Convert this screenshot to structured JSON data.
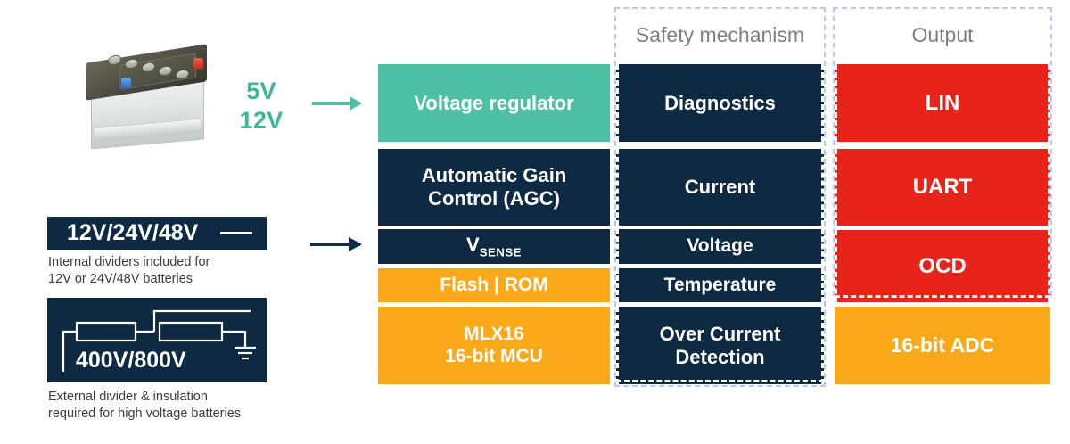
{
  "diagram": {
    "title_bar_colors": {
      "teal": "#4dc0a4",
      "navy": "#0d2a42",
      "orange": "#fba919",
      "red": "#e8231a",
      "dashed_border": "#b7cbe6",
      "header_text": "#807e7e"
    }
  },
  "left": {
    "battery_image_alt": "car-battery",
    "supply_voltages": [
      "5V",
      "12V"
    ],
    "arrow_in_teal": "arrow-right",
    "arrow_in_navy": "arrow-right",
    "panels": [
      {
        "label": "12V/24V/48V",
        "caption": "Internal dividers included for 12V or 24V/48V batteries",
        "caption_line1": "Internal dividers included for",
        "caption_line2": "12V or 24V/48V batteries"
      },
      {
        "label": "400V/800V",
        "caption": "External divider & insulation required for high voltage batteries",
        "caption_line1": "External divider & insulation",
        "caption_line2": "required for high voltage batteries"
      }
    ]
  },
  "columns": [
    {
      "id": "function",
      "header": "",
      "cells": [
        {
          "label": "Voltage regulator",
          "color": "teal",
          "font_size": 22
        },
        {
          "label": "Automatic Gain Control (AGC)",
          "line1": "Automatic Gain",
          "line2": "Control (AGC)",
          "color": "navy",
          "font_size": 22
        },
        {
          "label": "VSENSE",
          "base": "V",
          "sub": "SENSE",
          "color": "navy",
          "font_size": 22
        },
        {
          "label": "Flash | ROM",
          "color": "orange",
          "font_size": 21
        },
        {
          "label": "MLX16 16-bit MCU",
          "line1": "MLX16",
          "line2": "16-bit MCU",
          "color": "orange",
          "font_size": 21
        }
      ]
    },
    {
      "id": "safety",
      "header": "Safety mechanism",
      "cells": [
        {
          "label": "Diagnostics",
          "color": "navy",
          "font_size": 22
        },
        {
          "label": "Current",
          "color": "navy",
          "font_size": 22
        },
        {
          "label": "Voltage",
          "color": "navy",
          "font_size": 21
        },
        {
          "label": "Temperature",
          "color": "navy",
          "font_size": 21
        },
        {
          "label": "Over Current Detection",
          "line1": "Over Current",
          "line2": "Detection",
          "color": "navy",
          "font_size": 22
        }
      ]
    },
    {
      "id": "output",
      "header": "Output",
      "cells": [
        {
          "label": "LIN",
          "color": "red",
          "font_size": 24
        },
        {
          "label": "UART",
          "color": "red",
          "font_size": 24
        },
        {
          "label": "OCD",
          "color": "red",
          "font_size": 24
        },
        {
          "label": "16-bit ADC",
          "color": "orange",
          "font_size": 23
        }
      ]
    }
  ]
}
